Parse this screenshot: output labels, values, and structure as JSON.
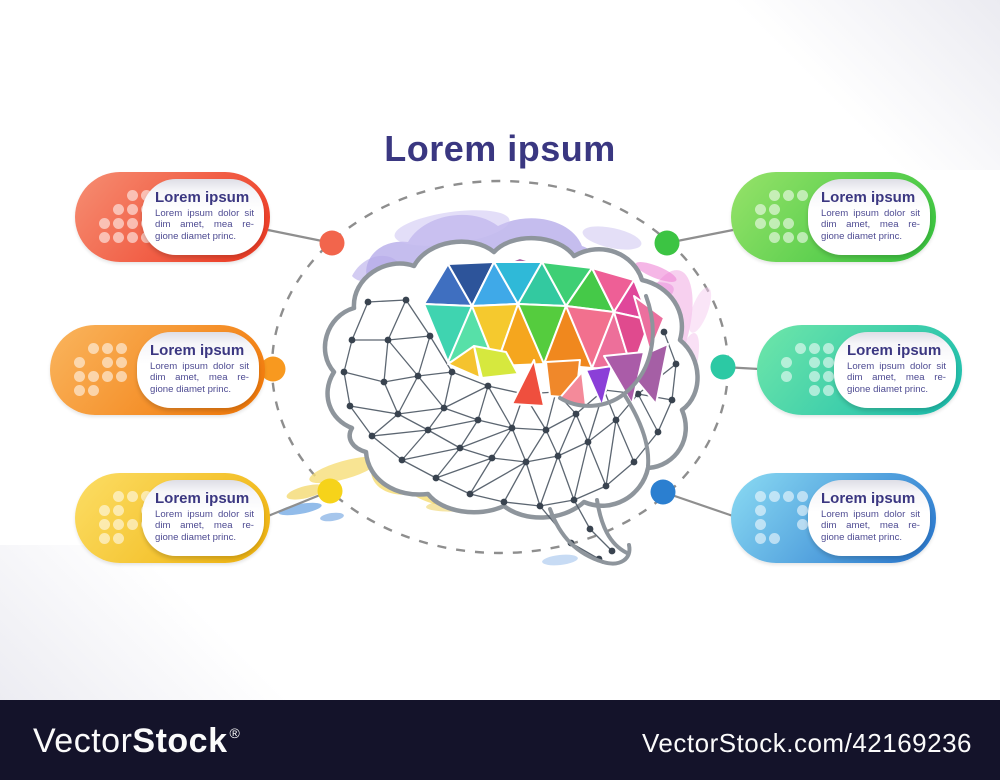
{
  "page": {
    "title": "Lorem ipsum"
  },
  "cards": [
    {
      "id": "top-left",
      "heading": "Lorem ipsum",
      "body": "Lorem ipsum dolor sit dim amet, mea re- gione diamet princ.",
      "gradient_from": "#F5876C",
      "gradient_to": "#EE3D26",
      "dot_color": "#F2654C",
      "icon": "stairs-dots-icon",
      "icon_grid": [
        [
          0,
          0,
          1,
          1
        ],
        [
          0,
          1,
          1,
          1
        ],
        [
          1,
          1,
          1,
          1
        ],
        [
          1,
          1,
          1,
          1
        ]
      ]
    },
    {
      "id": "middle-left",
      "heading": "Lorem ipsum",
      "body": "Lorem ipsum dolor sit dim amet, mea re- gione diamet princ.",
      "gradient_from": "#F9B057",
      "gradient_to": "#F27B0C",
      "dot_color": "#F8991F",
      "icon": "pie-dots-icon",
      "icon_grid": [
        [
          0,
          1,
          1,
          1
        ],
        [
          1,
          0,
          1,
          1
        ],
        [
          1,
          1,
          1,
          1
        ],
        [
          1,
          1,
          0,
          0
        ]
      ]
    },
    {
      "id": "bottom-left",
      "heading": "Lorem ipsum",
      "body": "Lorem ipsum dolor sit dim amet, mea re- gione diamet princ.",
      "gradient_from": "#FBDA5E",
      "gradient_to": "#F0B513",
      "dot_color": "#F6D31A",
      "icon": "arrow-dots-icon",
      "icon_grid": [
        [
          0,
          1,
          1,
          1
        ],
        [
          1,
          1,
          0,
          1
        ],
        [
          1,
          1,
          1,
          1
        ],
        [
          1,
          1,
          0,
          0
        ]
      ]
    },
    {
      "id": "top-right",
      "heading": "Lorem ipsum",
      "body": "Lorem ipsum dolor sit dim amet, mea re- gione diamet princ.",
      "gradient_from": "#8FE066",
      "gradient_to": "#3BC440",
      "dot_color": "#3CC443",
      "icon": "bracket-dots-icon",
      "icon_grid": [
        [
          0,
          1,
          1,
          1
        ],
        [
          1,
          1,
          0,
          0
        ],
        [
          1,
          1,
          1,
          0
        ],
        [
          0,
          1,
          1,
          1
        ]
      ]
    },
    {
      "id": "middle-right",
      "heading": "Lorem ipsum",
      "body": "Lorem ipsum dolor sit dim amet, mea re- gione diamet princ.",
      "gradient_from": "#68E3A9",
      "gradient_to": "#1FBFAD",
      "dot_color": "#2CC9A4",
      "icon": "percent-dots-icon",
      "icon_grid": [
        [
          0,
          1,
          1,
          1
        ],
        [
          1,
          0,
          1,
          1
        ],
        [
          1,
          0,
          1,
          1
        ],
        [
          0,
          0,
          1,
          1
        ]
      ]
    },
    {
      "id": "bottom-right",
      "heading": "Lorem ipsum",
      "body": "Lorem ipsum dolor sit dim amet, mea re- gione diamet princ.",
      "gradient_from": "#83D3F0",
      "gradient_to": "#2E7CD0",
      "dot_color": "#2B7FD0",
      "icon": "folder-dots-icon",
      "icon_grid": [
        [
          1,
          1,
          1,
          1
        ],
        [
          1,
          0,
          0,
          1
        ],
        [
          1,
          0,
          0,
          1
        ],
        [
          1,
          1,
          0,
          0
        ]
      ]
    }
  ],
  "connectors": {
    "line_color": "#8F8F8F",
    "orbit_color": "#8E8E8E"
  },
  "illustration": {
    "name": "low-poly-brain",
    "outline_color": "#8E959C",
    "mesh_color": "#4F5A66",
    "node_color": "#39434F",
    "palette": [
      "#AC62A6",
      "#3F6FC0",
      "#2D549A",
      "#3FA9E8",
      "#2FB9D8",
      "#33C9A0",
      "#3ECF74",
      "#45C948",
      "#EE5F96",
      "#E0479A",
      "#3FD4B0",
      "#57E0A8",
      "#F5C92E",
      "#F5A61E",
      "#55CC3E",
      "#F0881E",
      "#F2708E",
      "#ED6F9A",
      "#E04A8E",
      "#EC6F9E",
      "#A55FA5",
      "#F5C32E",
      "#D6E83E",
      "#EF4F3E",
      "#F0882A",
      "#F48A9A",
      "#8B3FD8",
      "#AA5CA8"
    ],
    "splash_colors": [
      "#B5AAE9",
      "#CCC3F2",
      "#F3BCE8",
      "#EC9ADF",
      "#EE86D6",
      "#F6DD78",
      "#F2D45E",
      "#7FB0E6"
    ]
  },
  "watermark": {
    "brand_light": "Vector",
    "brand_bold": "Stock",
    "registered": "®",
    "url": "VectorStock.com/42169236",
    "bar_color": "#14132A"
  }
}
